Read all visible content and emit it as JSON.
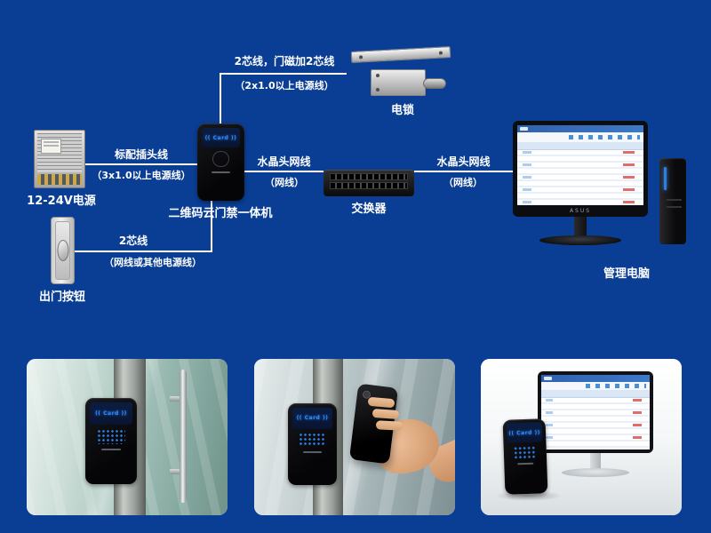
{
  "colors": {
    "background": "#0a3e94",
    "line": "#ffffff",
    "reader_accent": "#2e8bff",
    "software_red": "#d9534f",
    "software_blue": "#4a8fd4"
  },
  "diagram": {
    "power_label": "12-24V电源",
    "exit_button_label": "出门按钮",
    "device_label": "二维码云门禁一体机",
    "lock_label": "电锁",
    "switch_label": "交换器",
    "computer_label": "管理电脑",
    "reader_screen_text": "(( Card ))",
    "monitor_brand": "ASUS",
    "connections": {
      "lock": {
        "line1": "2芯线，门磁加2芯线",
        "line2": "（2x1.0以上电源线）"
      },
      "power": {
        "line1": "标配插头线",
        "line2": "（3x1.0以上电源线）"
      },
      "device_switch": {
        "line1": "水晶头网线",
        "line2": "（网线）"
      },
      "switch_pc": {
        "line1": "水晶头网线",
        "line2": "（网线）"
      },
      "exit": {
        "line1": "2芯线",
        "line2": "（网线或其他电源线）"
      }
    }
  }
}
